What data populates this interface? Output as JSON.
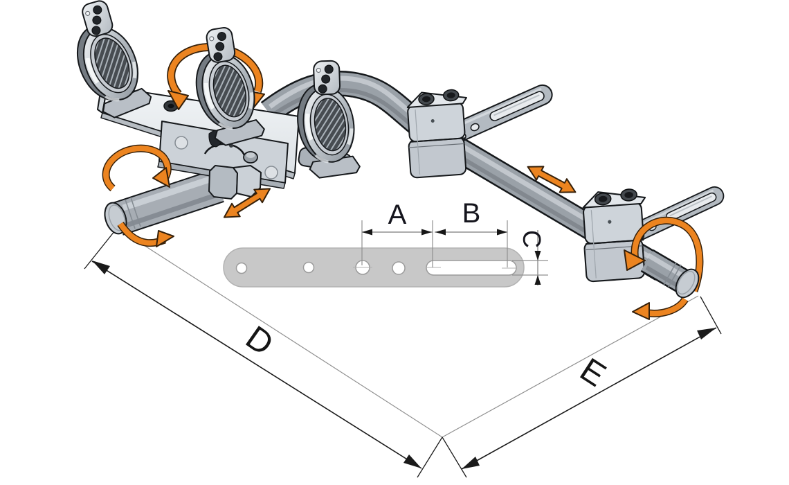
{
  "diagram": {
    "type": "technical-illustration",
    "dimension_labels": {
      "a": "A",
      "b": "B",
      "c": "C",
      "d": "D",
      "e": "E"
    },
    "colors": {
      "background": "#ffffff",
      "arrow_orange": "#ec8420",
      "arrow_outline": "#35200a",
      "metal_light": "#e9edf0",
      "metal_mid": "#a4abb2",
      "metal_dark": "#6d747b",
      "edge_outline": "#15181b",
      "plate_fill": "#c8c8c8",
      "hole_fill": "#ffffff",
      "dim_gray": "#8f8f8f",
      "dim_black": "#1a1a1a",
      "label_dark": "#15151d"
    },
    "counts": {
      "ring_clamps": 3,
      "tube_clamps": 2,
      "slotted_arms": 2,
      "plate_round_holes": 4,
      "plate_slots": 1
    }
  }
}
